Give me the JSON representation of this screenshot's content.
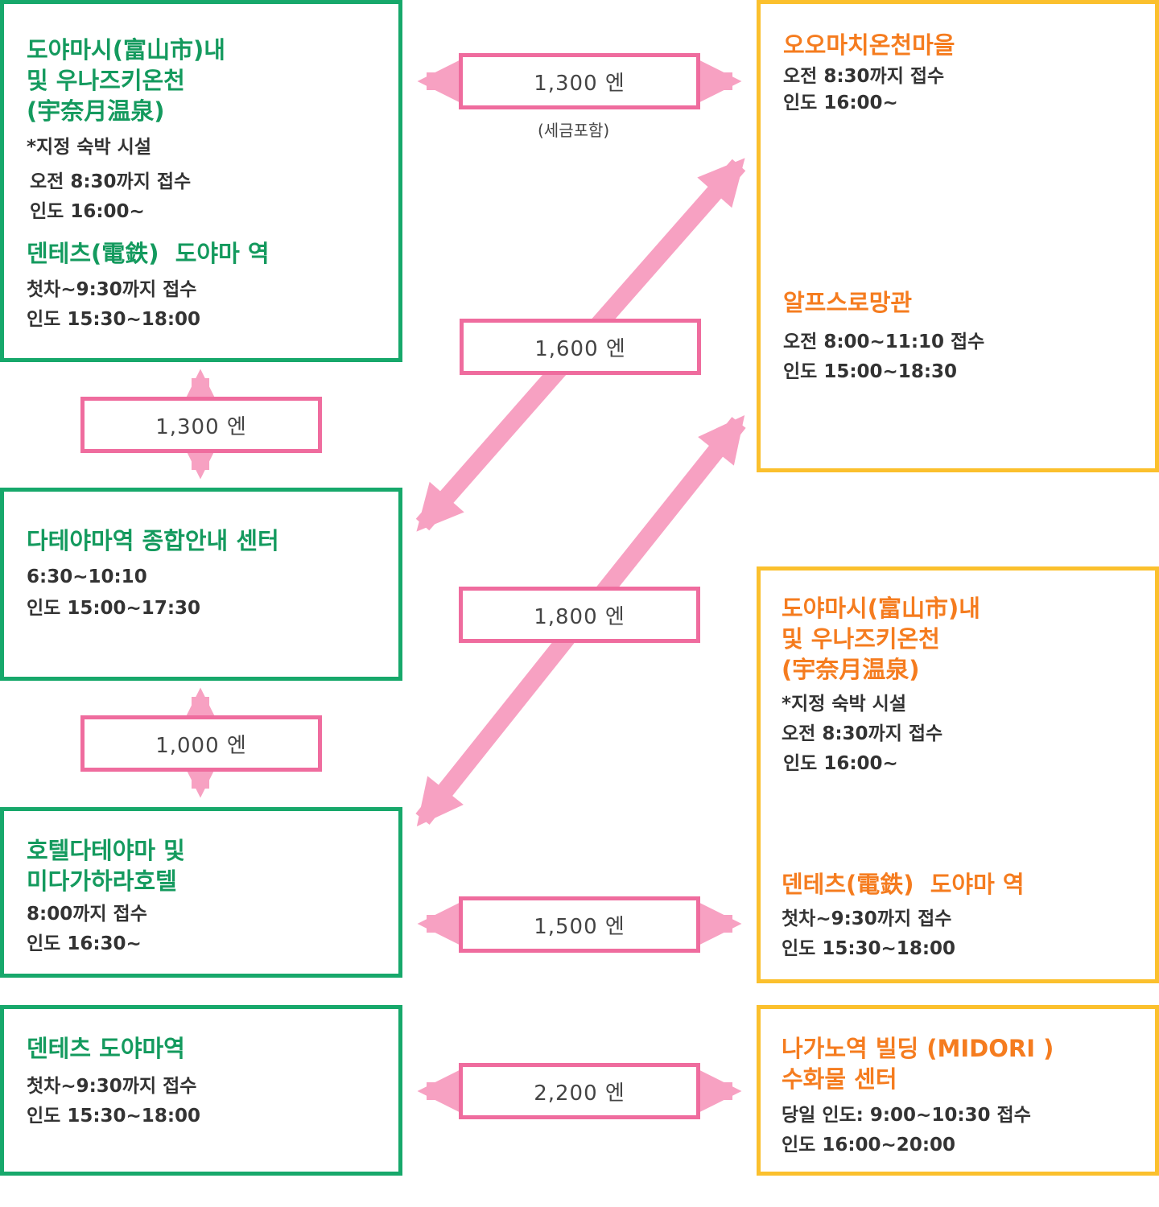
{
  "colors": {
    "green": "#17a86b",
    "yellow": "#fbc02d",
    "orange": "#f57c1f",
    "pink": "#f7a1c2",
    "pink_border": "#ef6c9e"
  },
  "left": {
    "toyama_unazuki": {
      "title": "도야마시(富山市)내\n및 우나즈키온천\n(宇奈月温泉)",
      "note": "*지정 숙박 시설",
      "lines": [
        "오전 8:30까지 접수",
        "인도 16:00~"
      ],
      "station_title": "덴테츠(電鉄)  도야마 역",
      "station_lines": [
        "첫차~9:30까지 접수",
        "인도 15:30~18:00"
      ]
    },
    "tateyama_center": {
      "title": "다테야마역 종합안내 센터",
      "lines": [
        "6:30~10:10",
        "인도 15:00~17:30"
      ]
    },
    "hotel": {
      "title": "호텔다테야마 및\n미다가하라호텔",
      "lines": [
        "8:00까지 접수",
        "인도 16:30~"
      ]
    },
    "dentetsu": {
      "title": "덴테츠 도야마역",
      "lines": [
        "첫차~9:30까지 접수",
        "인도 15:30~18:00"
      ]
    }
  },
  "right": {
    "omachi": {
      "title": "오오마치온천마을",
      "lines": [
        "오전 8:30까지 접수",
        "인도 16:00~"
      ]
    },
    "alps": {
      "title": "알프스로망관",
      "lines": [
        "오전 8:00~11:10 접수",
        "인도 15:00~18:30"
      ]
    },
    "toyama_unazuki": {
      "title": "도야마시(富山市)내\n및 우나즈키온천\n(宇奈月温泉)",
      "note": "*지정 숙박 시설",
      "lines": [
        "오전 8:30까지 접수",
        "인도 16:00~"
      ],
      "station_title": "덴테츠(電鉄)  도야마 역",
      "station_lines": [
        "첫차~9:30까지 접수",
        "인도 15:30~18:00"
      ]
    },
    "nagano": {
      "title": "나가노역 빌딩 (MIDORI )\n수화물 센터",
      "lines": [
        "당일 인도:  9:00~10:30 접수",
        "인도 16:00~20:00"
      ]
    }
  },
  "prices": {
    "top": "1,300 엔",
    "tax_note": "(세금포함)",
    "left_1": "1,300 엔",
    "left_2": "1,000 엔",
    "diag_1": "1,600 엔",
    "diag_2": "1,800 엔",
    "hotel_row": "1,500 엔",
    "bottom": "2,200 엔"
  }
}
